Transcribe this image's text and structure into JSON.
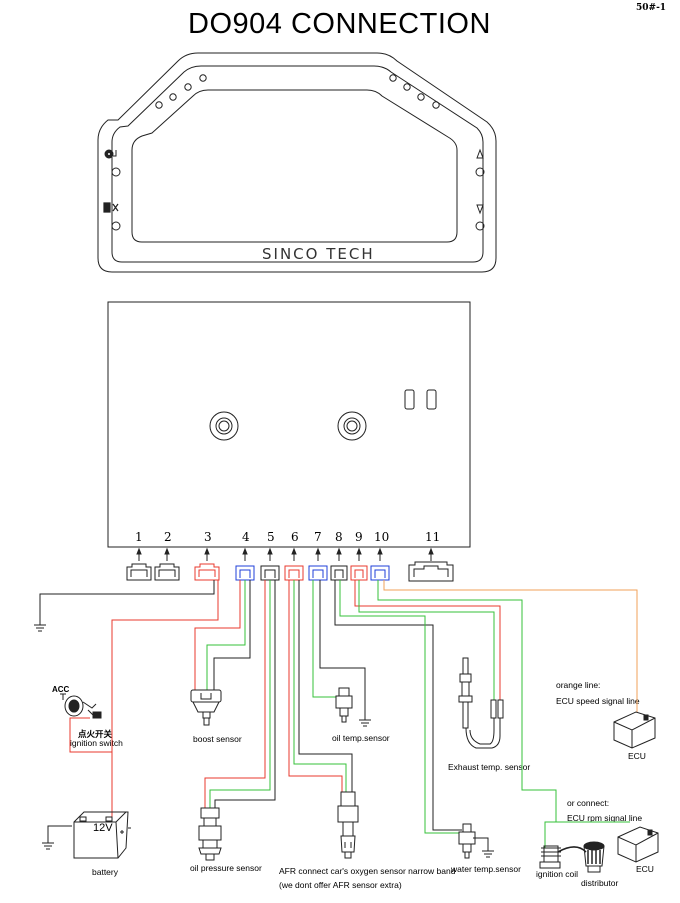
{
  "title": "DO904 CONNECTION",
  "page_code": "50#-1",
  "brand": "SINCO TECH",
  "pins": [
    "1",
    "2",
    "3",
    "4",
    "5",
    "6",
    "7",
    "8",
    "9",
    "10",
    "11"
  ],
  "labels": {
    "acc": "ACC",
    "ignition_switch_cn": "点火开关",
    "ignition_switch": "ignition switch",
    "boost_sensor": "boost sensor",
    "oil_temp_sensor": "oil temp.sensor",
    "exhaust_temp_sensor": "Exhaust temp. sensor",
    "orange_line": "orange line:",
    "ecu_speed": "ECU speed signal line",
    "ecu_top": "ECU",
    "or_connect": "or  connect:",
    "ecu_rpm": "ECU rpm signal line",
    "ecu_bottom": "ECU",
    "battery_voltage": "12V",
    "battery": "battery",
    "oil_pressure_sensor": "oil pressure sensor",
    "afr_line1": "AFR connect car's oxygen sensor narrow band",
    "afr_line2": "(we dont offer AFR sensor extra)",
    "water_temp_sensor": "water temp.sensor",
    "ignition_coil": "ignition coil",
    "distributor": "distributor"
  },
  "colors": {
    "red": "#e8392e",
    "green": "#35c23a",
    "orange": "#f0a25a",
    "blue": "#1f3fd8",
    "black": "#222222"
  },
  "icons": [
    "gear-enter-icon",
    "tail-light-icon",
    "up-arrow-icon",
    "down-arrow-icon",
    "key-icon"
  ]
}
